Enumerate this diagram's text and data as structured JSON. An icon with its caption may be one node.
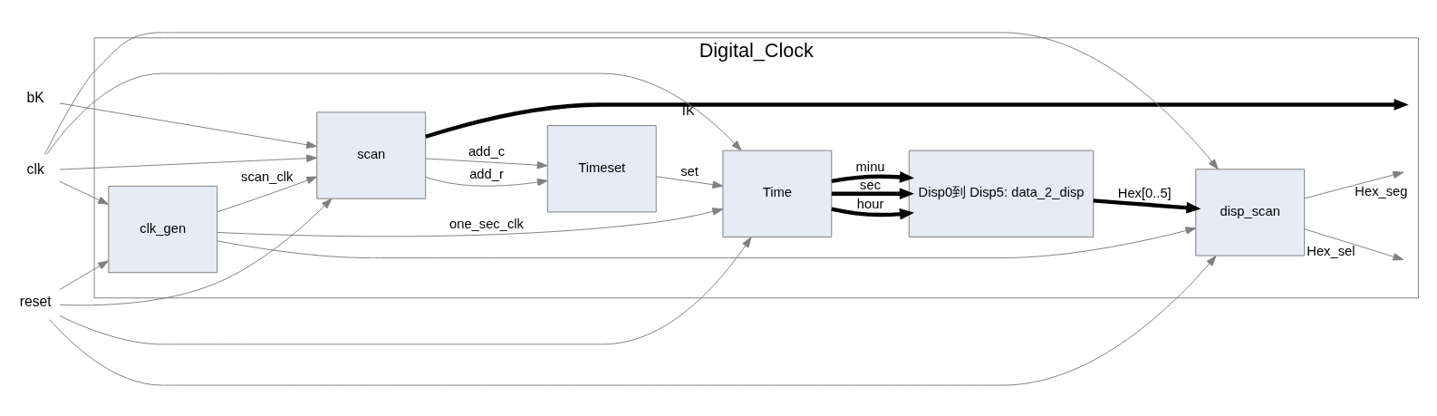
{
  "diagram": {
    "nodes": [
      {
        "text": [
          "Digital_Clock"
        ]
      },
      {
        "text": [
          "bK"
        ]
      },
      {
        "text": [
          "clk"
        ]
      },
      {
        "text": [
          "reset"
        ]
      },
      {
        "text": [
          "clk_gen"
        ],
        "in": 0
      },
      {
        "text": [
          "scan"
        ],
        "in": 0
      },
      {
        "text": [
          "Timeset"
        ],
        "in": 0
      },
      {
        "text": [
          "Time"
        ],
        "in": 0
      },
      {
        "text": [
          "Disp0到 Disp5: data_2_disp"
        ],
        "in": 0
      },
      {
        "text": [
          "disp_scan"
        ],
        "in": 0
      }
    ],
    "edges": [
      {
        "from": 1,
        "to": 5,
        "arrow": "to"
      },
      {
        "from": 5,
        "to": null,
        "arrow": "to",
        "label": "IK",
        "style": "thick",
        "color": "#000000"
      },
      {
        "from": 2,
        "to": 4,
        "arrow": "to"
      },
      {
        "from": 2,
        "to": 5,
        "arrow": "to"
      },
      {
        "from": 2,
        "to": 7,
        "arrow": "to"
      },
      {
        "from": 2,
        "to": 9,
        "arrow": "to"
      },
      {
        "from": 3,
        "to": 4,
        "arrow": "to"
      },
      {
        "from": 3,
        "to": 5,
        "arrow": "to"
      },
      {
        "from": 3,
        "to": 7,
        "arrow": "to"
      },
      {
        "from": 3,
        "to": 9,
        "arrow": "to"
      },
      {
        "from": 5,
        "to": 6,
        "arrow": "to",
        "label": "add_c"
      },
      {
        "from": 5,
        "to": 6,
        "arrow": "to",
        "label": "add_r"
      },
      {
        "from": 6,
        "to": 7,
        "arrow": "to",
        "label": "set"
      },
      {
        "from": 7,
        "to": 8,
        "arrow": "to",
        "label": "sec",
        "style": "thick",
        "color": "#000000"
      },
      {
        "from": 7,
        "to": 8,
        "arrow": "to",
        "label": "minu",
        "style": "thick",
        "color": "#000000"
      },
      {
        "from": 7,
        "to": 8,
        "arrow": "to",
        "label": "hour",
        "style": "thick",
        "color": "#000000"
      },
      {
        "from": 8,
        "to": 9,
        "arrow": "to",
        "label": "Hex[0..5]",
        "style": "thick",
        "color": "#000000"
      },
      {
        "from": 9,
        "to": null,
        "arrow": "to",
        "label": "Hex_sel"
      },
      {
        "from": 9,
        "to": null,
        "arrow": "to",
        "label": "Hex_seg"
      },
      {
        "from": 4,
        "to": 7,
        "arrow": "to",
        "label": "one_sec_clk"
      },
      {
        "from": 4,
        "to": 5,
        "arrow": "to",
        "label": "scan_clk"
      },
      {
        "from": 4,
        "to": 9,
        "arrow": "to"
      }
    ]
  }
}
